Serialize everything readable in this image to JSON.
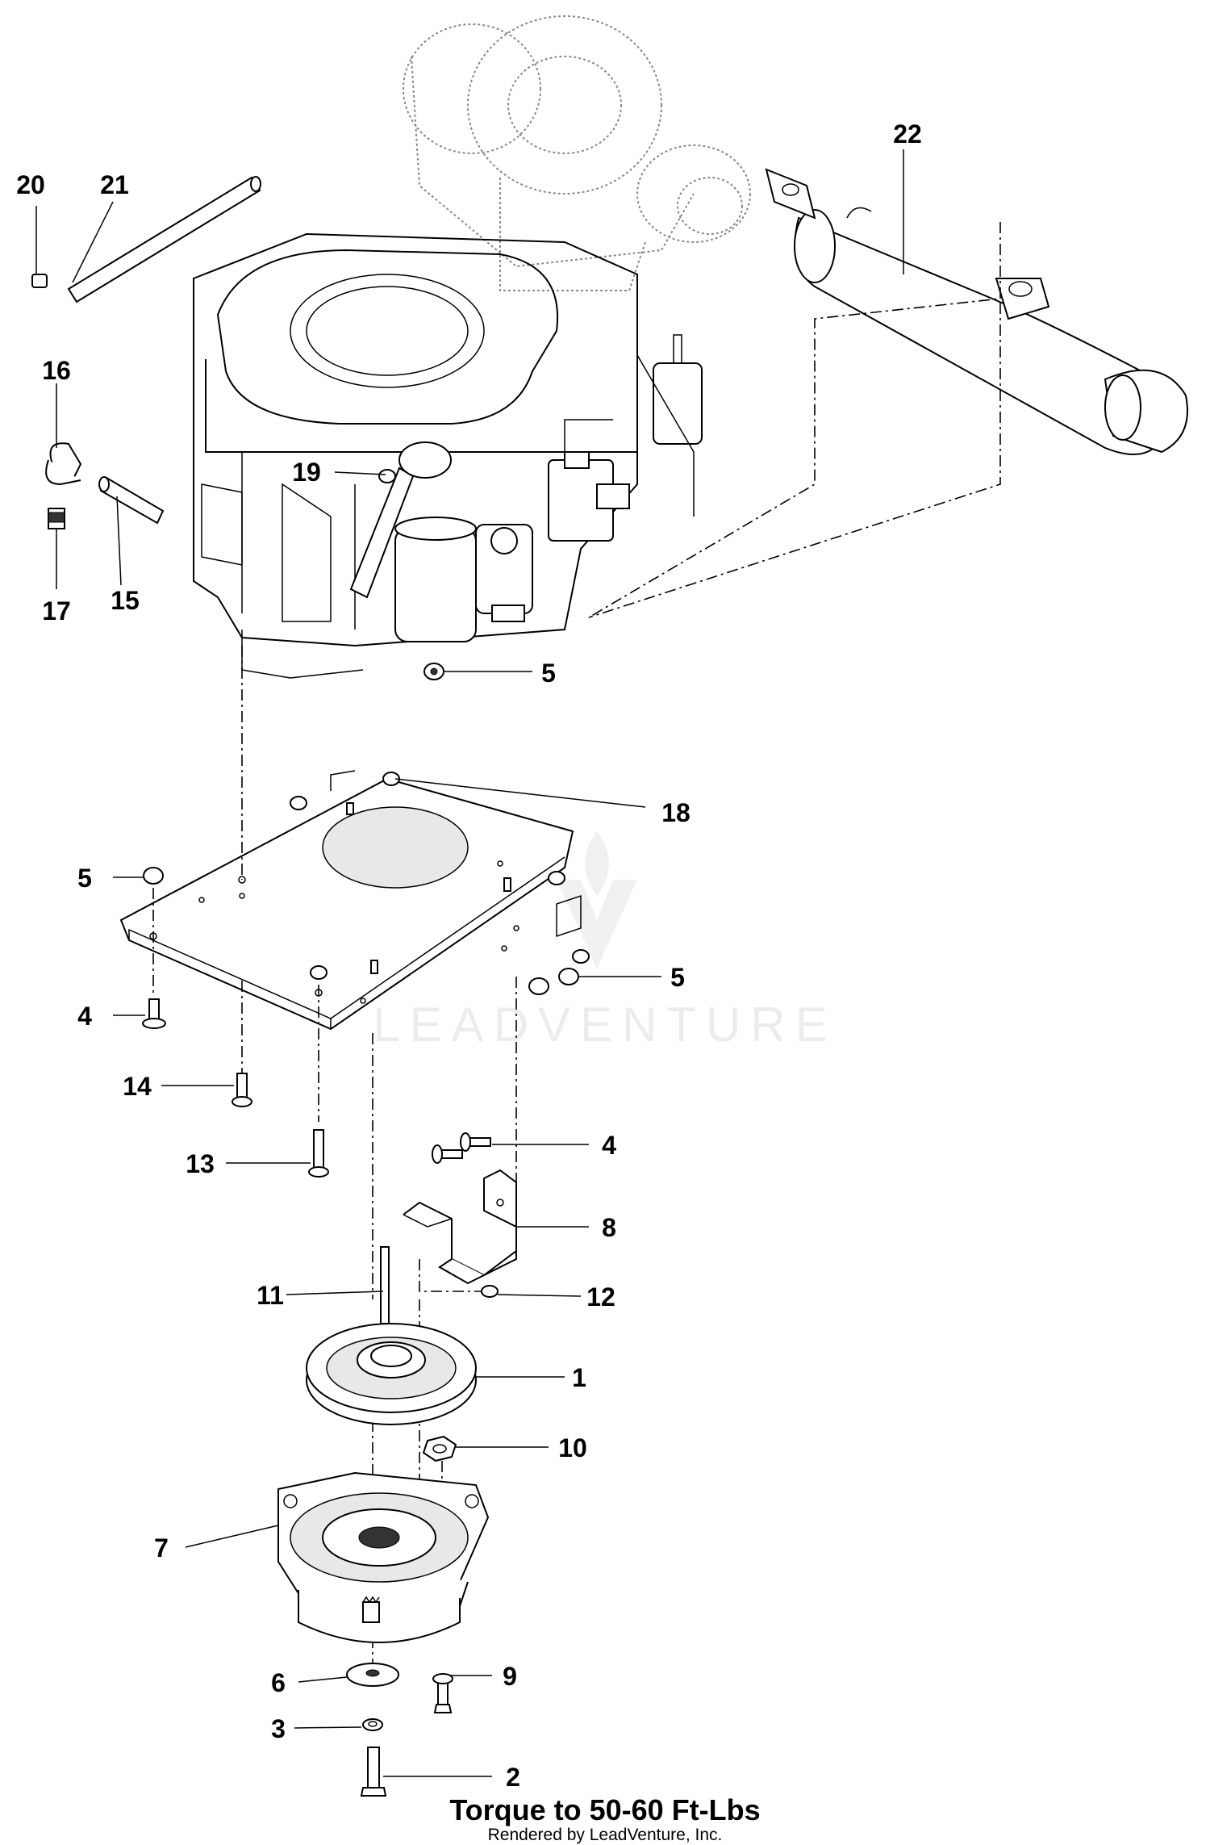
{
  "diagram": {
    "torque_note": "Torque to 50-60 Ft-Lbs",
    "credit": "Rendered by LeadVenture, Inc.",
    "watermark": "LEADVENTURE",
    "callouts": [
      {
        "id": "20",
        "label": "20"
      },
      {
        "id": "21",
        "label": "21"
      },
      {
        "id": "22",
        "label": "22"
      },
      {
        "id": "16",
        "label": "16"
      },
      {
        "id": "19",
        "label": "19"
      },
      {
        "id": "17",
        "label": "17"
      },
      {
        "id": "15",
        "label": "15"
      },
      {
        "id": "5a",
        "label": "5"
      },
      {
        "id": "18",
        "label": "18"
      },
      {
        "id": "5b",
        "label": "5"
      },
      {
        "id": "5c",
        "label": "5"
      },
      {
        "id": "4a",
        "label": "4"
      },
      {
        "id": "14",
        "label": "14"
      },
      {
        "id": "13",
        "label": "13"
      },
      {
        "id": "4b",
        "label": "4"
      },
      {
        "id": "8",
        "label": "8"
      },
      {
        "id": "11",
        "label": "11"
      },
      {
        "id": "12",
        "label": "12"
      },
      {
        "id": "1",
        "label": "1"
      },
      {
        "id": "10",
        "label": "10"
      },
      {
        "id": "7",
        "label": "7"
      },
      {
        "id": "6",
        "label": "6"
      },
      {
        "id": "9",
        "label": "9"
      },
      {
        "id": "3",
        "label": "3"
      },
      {
        "id": "2",
        "label": "2"
      }
    ]
  }
}
